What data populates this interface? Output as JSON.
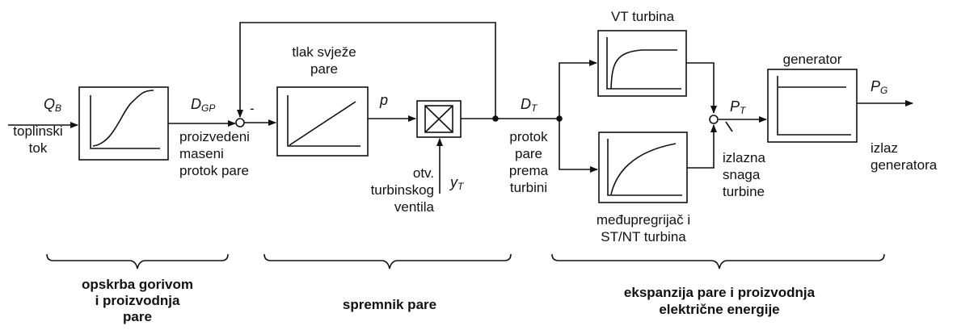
{
  "signals": {
    "qb": {
      "main": "Q",
      "sub": "B"
    },
    "dgp": {
      "main": "D",
      "sub": "GP"
    },
    "p": {
      "main": "p"
    },
    "dt": {
      "main": "D",
      "sub": "T"
    },
    "yt": {
      "main": "y",
      "sub": "T"
    },
    "pt": {
      "main": "P",
      "sub": "T"
    },
    "pg": {
      "main": "P",
      "sub": "G"
    },
    "minus_sign": "-"
  },
  "labels": {
    "toplinski": [
      "toplinski",
      "tok"
    ],
    "proizvedeni": [
      "proizvedeni",
      "maseni",
      "protok pare"
    ],
    "tlak": [
      "tlak svježe",
      "pare"
    ],
    "ventil": [
      "otv.",
      "turbinskog",
      "ventila"
    ],
    "protok": [
      "protok",
      "pare",
      "prema",
      "turbini"
    ],
    "vt": "VT turbina",
    "medju": [
      "međupregrijač i",
      "ST/NT turbina"
    ],
    "generator": "generator",
    "izlazna": [
      "izlazna",
      "snaga",
      "turbine"
    ],
    "izlaz": [
      "izlaz",
      "generatora"
    ]
  },
  "groups": {
    "g1": [
      "opskrba gorivom",
      "i proizvodnja",
      "pare"
    ],
    "g2": [
      "spremnik pare"
    ],
    "g3": [
      "ekspanzija pare i proizvodnja",
      "električne energije"
    ]
  }
}
